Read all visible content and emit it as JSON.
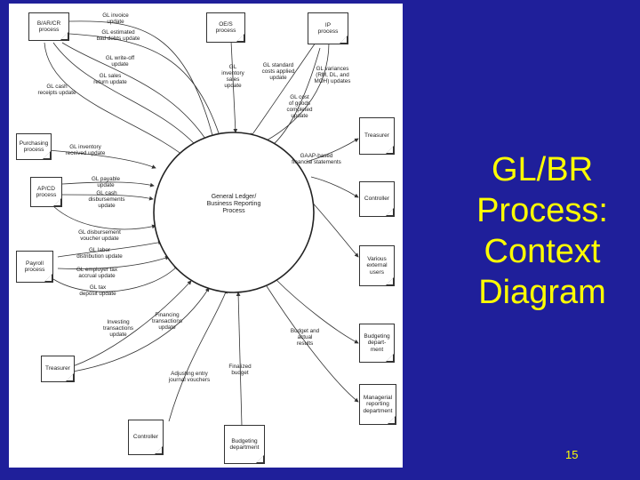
{
  "slide": {
    "title": "GL/BR\nProcess:\nContext\nDiagram",
    "page_number": "15"
  },
  "diagram": {
    "central_process": "General Ledger/\nBusiness Reporting\nProcess",
    "entities": [
      {
        "id": "bar_cr",
        "label": "B/AR/CR\nprocess"
      },
      {
        "id": "oe_s",
        "label": "OE/S\nprocess"
      },
      {
        "id": "ip",
        "label": "IP\nprocess"
      },
      {
        "id": "treasurer_right",
        "label": "Treasurer"
      },
      {
        "id": "purchasing",
        "label": "Purchasing\nprocess"
      },
      {
        "id": "ap_cd",
        "label": "AP/CD\nprocess"
      },
      {
        "id": "controller_right",
        "label": "Controller"
      },
      {
        "id": "payroll",
        "label": "Payroll\nprocess"
      },
      {
        "id": "various_users",
        "label": "Various\nexternal\nusers"
      },
      {
        "id": "budgeting",
        "label": "Budgeting\ndepart-\nment"
      },
      {
        "id": "treasurer_left",
        "label": "Treasurer"
      },
      {
        "id": "managerial",
        "label": "Managerial\nreporting\ndepartment"
      },
      {
        "id": "controller_bottom",
        "label": "Controller"
      },
      {
        "id": "budgeting_dept",
        "label": "Budgeting\ndepartment"
      }
    ],
    "flows": [
      {
        "id": "f1",
        "label": "GL invoice\nupdate"
      },
      {
        "id": "f2",
        "label": "GL estimated\nbad debts update"
      },
      {
        "id": "f3",
        "label": "GL write-off\nupdate"
      },
      {
        "id": "f4",
        "label": "GL sales\nreturn update"
      },
      {
        "id": "f5",
        "label": "GL cash\nreceipts update"
      },
      {
        "id": "f6",
        "label": "GL\ninventory\nsales\nupdate"
      },
      {
        "id": "f7",
        "label": "GL standard\ncosts applied\nupdate"
      },
      {
        "id": "f8",
        "label": "GL variances\n(RM, DL, and\nMOH) updates"
      },
      {
        "id": "f9",
        "label": "GL cost\nof goods\ncompleted\nupdate"
      },
      {
        "id": "f10",
        "label": "GL inventory\nreceived update"
      },
      {
        "id": "f11",
        "label": "GAAP-based\nfinancial statements"
      },
      {
        "id": "f12",
        "label": "GL payable\nupdate"
      },
      {
        "id": "f13",
        "label": "GL cash\ndisbursements\nupdate"
      },
      {
        "id": "f14",
        "label": "GL disbursement\nvoucher update"
      },
      {
        "id": "f15",
        "label": "GL labor\ndistribution update"
      },
      {
        "id": "f16",
        "label": "GL employer tax\naccrual update"
      },
      {
        "id": "f17",
        "label": "GL tax\ndeposit update"
      },
      {
        "id": "f18",
        "label": "Investing\ntransactions\nupdate"
      },
      {
        "id": "f19",
        "label": "Financing\ntransactions\nupdate"
      },
      {
        "id": "f20",
        "label": "Budget and\nactual\nresults"
      },
      {
        "id": "f21",
        "label": "Adjusting entry\njournal vouchers"
      },
      {
        "id": "f22",
        "label": "Finalized\nbudget"
      }
    ]
  }
}
